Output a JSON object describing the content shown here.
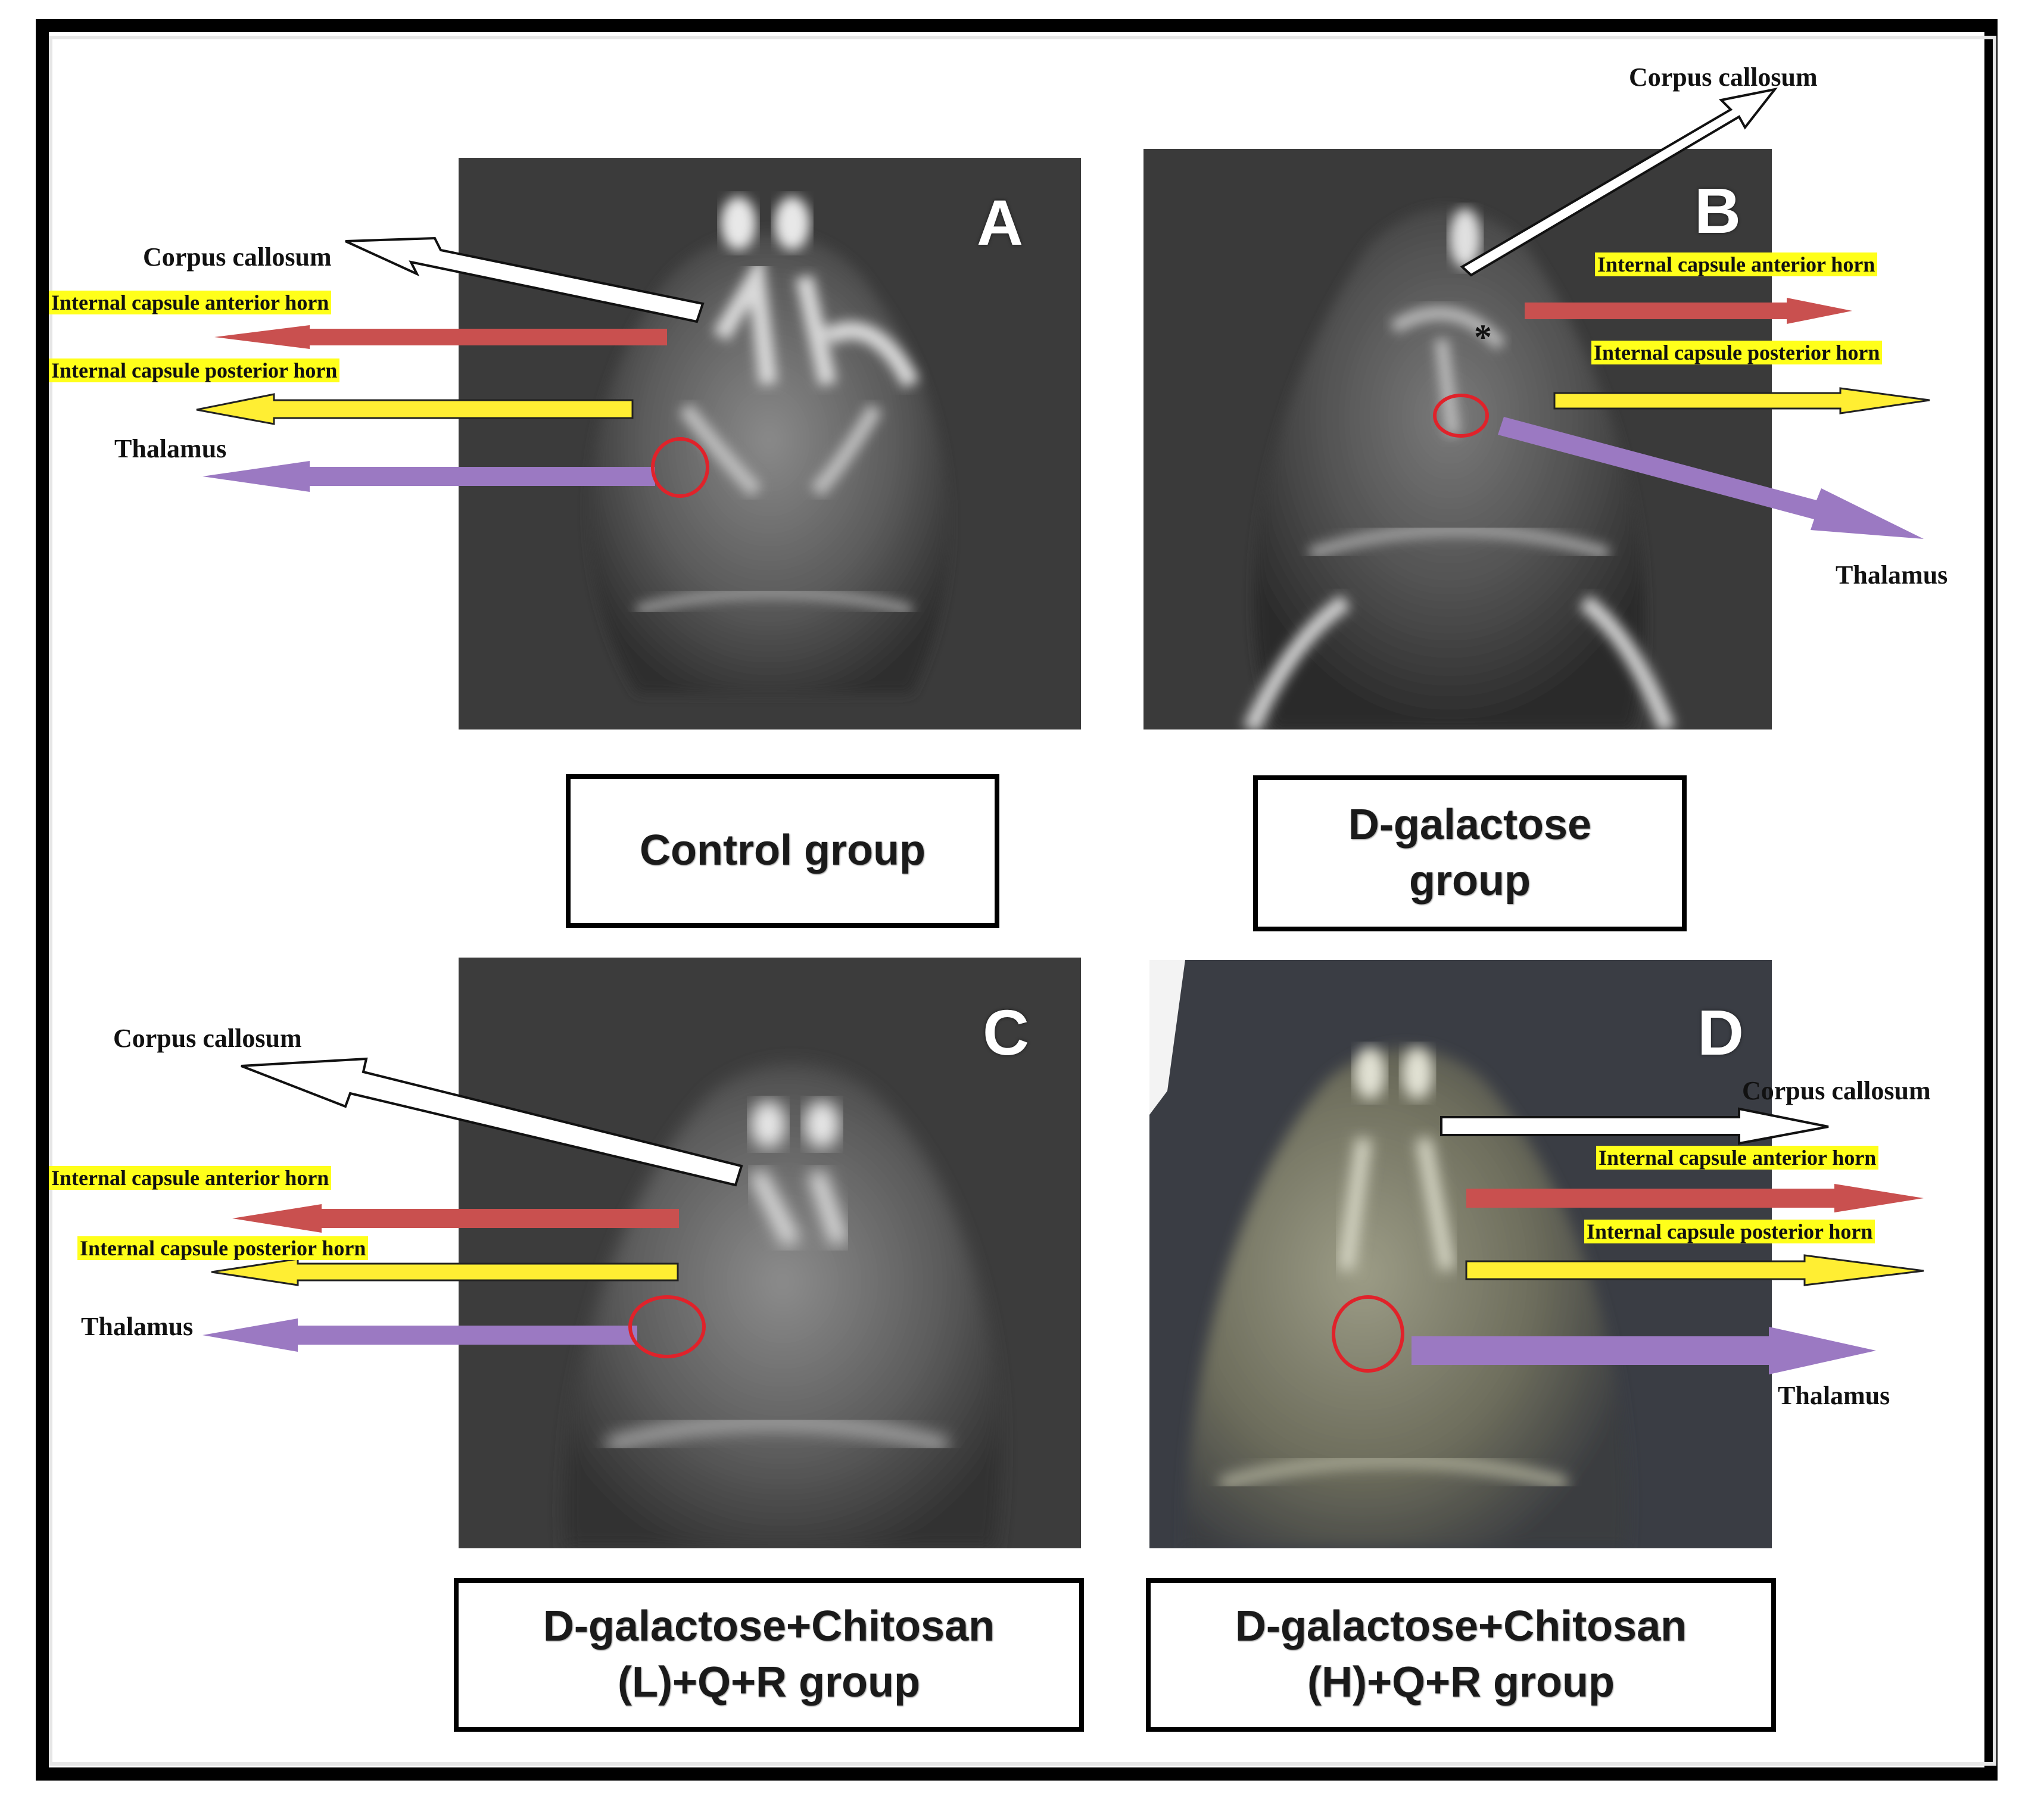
{
  "panels": [
    {
      "letter": "A",
      "caption": "Control group"
    },
    {
      "letter": "B",
      "caption": "D-galactose\ngroup"
    },
    {
      "letter": "C",
      "caption": "D-galactose+Chitosan\n(L)+Q+R group"
    },
    {
      "letter": "D",
      "caption": "D-galactose+Chitosan\n(H)+Q+R group"
    }
  ],
  "labels": {
    "corpus_callosum": "Corpus callosum",
    "corpus_callosum_alt": "Corpus callosum",
    "anterior_horn": "Internal capsule anterior horn",
    "posterior_horn": "Internal capsule posterior horn",
    "thalamus": "Thalamus"
  },
  "asterisk": "*",
  "colors": {
    "corpus_arrow": "#ffffff",
    "anterior_arrow": "#c9504f",
    "posterior_arrow": "#ffee33",
    "thalamus_arrow": "#9b79c2",
    "highlight": "#ffff1a",
    "circle": "#e0222a"
  }
}
